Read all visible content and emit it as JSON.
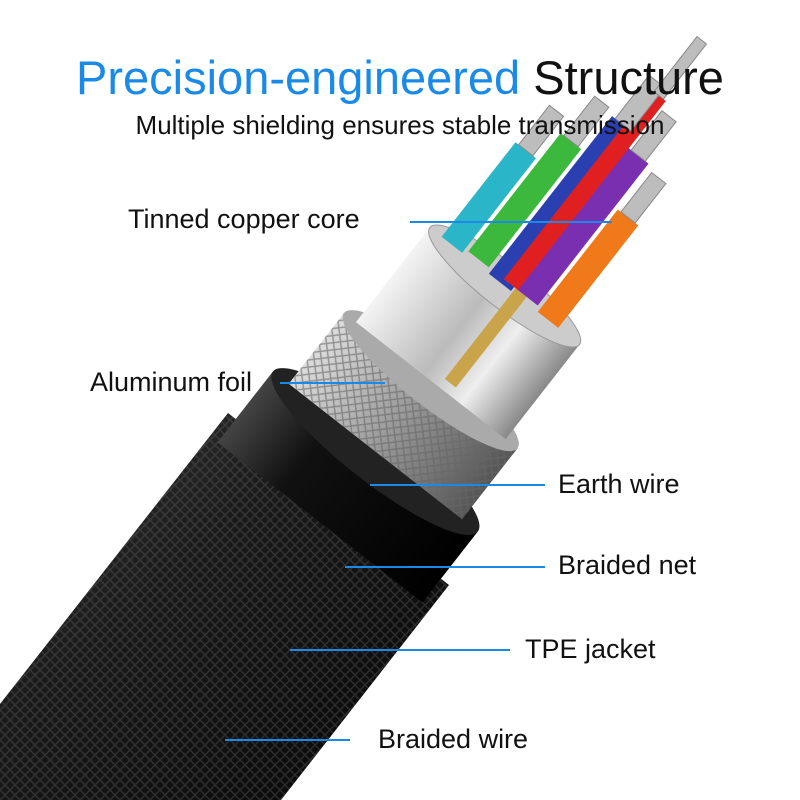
{
  "header": {
    "title_accent": "Precision-engineered",
    "title_rest": "Structure",
    "subtitle": "Multiple shielding ensures stable transmission"
  },
  "labels": {
    "core": "Tinned copper core",
    "foil": "Aluminum foil",
    "earth": "Earth wire",
    "braided_net": "Braided net",
    "jacket": "TPE jacket",
    "braided_wire": "Braided wire"
  },
  "colors": {
    "accent": "#1a8ae6",
    "leader_line": "#1a8ae6",
    "wires": [
      "#e02020",
      "#2a3fb0",
      "#7a2fb0",
      "#f07a1a",
      "#3cb83c",
      "#2bb5c8",
      "#f0a020",
      "#20a0b0"
    ]
  }
}
